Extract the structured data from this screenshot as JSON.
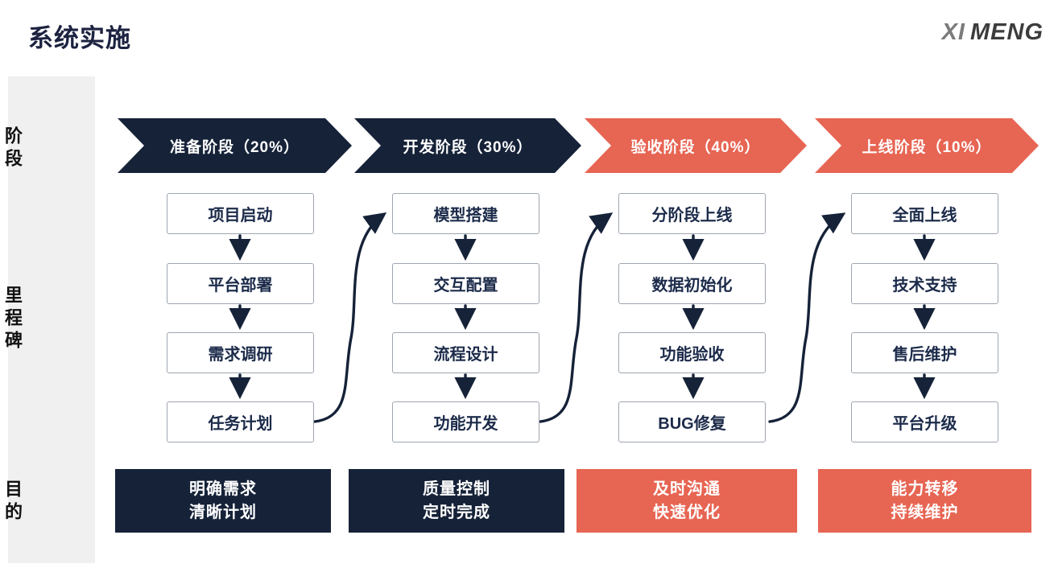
{
  "header": {
    "title": "系统实施",
    "logo": {
      "xi": "XI",
      "meng": "MENG"
    }
  },
  "sidebar": {
    "phase_label": "阶段",
    "milestone_label": "里程碑",
    "purpose_label": "目的"
  },
  "colors": {
    "navy": "#152238",
    "coral": "#E76553",
    "box_border": "#9FA6B0",
    "box_text": "#1C2B4A",
    "sidebar_bg": "#F1F0F1",
    "connector": "#152238"
  },
  "columns": [
    {
      "phase": "准备阶段（20%）",
      "theme": "navy",
      "milestones": [
        "项目启动",
        "平台部署",
        "需求调研",
        "任务计划"
      ],
      "purpose_line1": "明确需求",
      "purpose_line2": "清晰计划"
    },
    {
      "phase": "开发阶段（30%）",
      "theme": "navy",
      "milestones": [
        "模型搭建",
        "交互配置",
        "流程设计",
        "功能开发"
      ],
      "purpose_line1": "质量控制",
      "purpose_line2": "定时完成"
    },
    {
      "phase": "验收阶段（40%）",
      "theme": "coral",
      "milestones": [
        "分阶段上线",
        "数据初始化",
        "功能验收",
        "BUG修复"
      ],
      "purpose_line1": "及时沟通",
      "purpose_line2": "快速优化"
    },
    {
      "phase": "上线阶段（10%）",
      "theme": "coral",
      "milestones": [
        "全面上线",
        "技术支持",
        "售后维护",
        "平台升级"
      ],
      "purpose_line1": "能力转移",
      "purpose_line2": "持续维护"
    }
  ]
}
